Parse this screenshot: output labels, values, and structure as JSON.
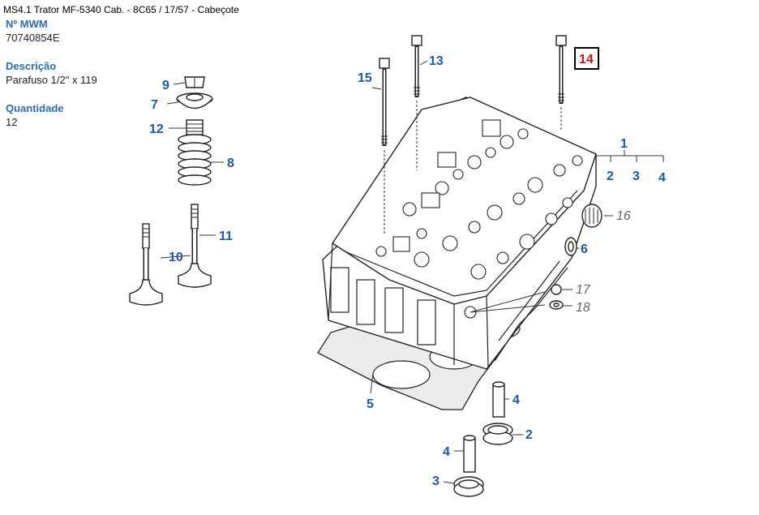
{
  "header": {
    "title": "MS4.1 Trator MF-5340 Cab. - 8C65  /  17/57 - Cabeçote"
  },
  "info": {
    "mwm_label": "Nº MWM",
    "mwm_value": "70740854E",
    "desc_label": "Descrição",
    "desc_value": "Parafuso 1/2\" x 119",
    "qty_label": "Quantidade",
    "qty_value": "12"
  },
  "callouts": {
    "c1": "1",
    "c2a": "2",
    "c3a": "3",
    "c4a": "4",
    "c5": "5",
    "c6": "6",
    "c7": "7",
    "c8": "8",
    "c9": "9",
    "c10": "10",
    "c11": "11",
    "c12": "12",
    "c13": "13",
    "c14": "14",
    "c15": "15",
    "c16": "16",
    "c17": "17",
    "c18": "18",
    "c4b": "4",
    "c2b": "2",
    "c4c": "4",
    "c3b": "3"
  },
  "colors": {
    "callout": "#1f5aa6",
    "highlight": "#d0101a",
    "label": "#2a6db5"
  }
}
